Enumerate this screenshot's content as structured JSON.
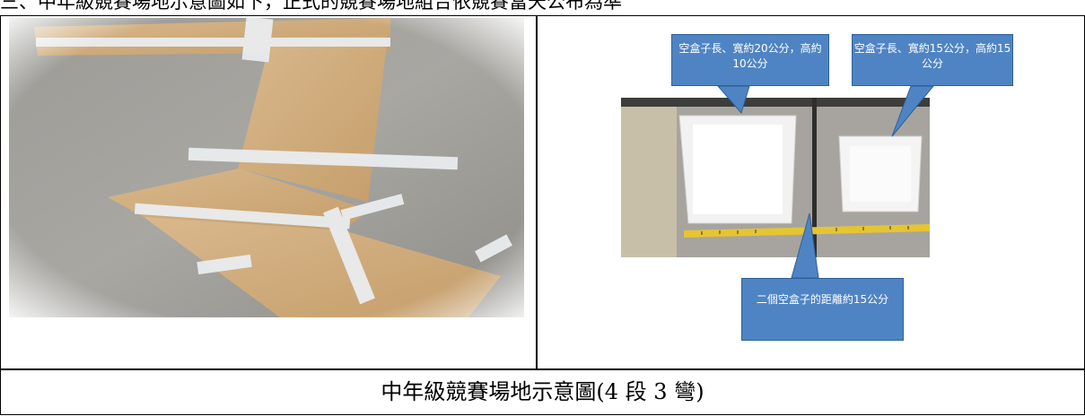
{
  "header_text": "三、中年級競賽場地示意圖如下，正式的競賽場地組合依競賽當天公布為準",
  "callouts": {
    "large_box": "空盒子長、寬約20公分，高約10公分",
    "small_box": "空盒子長、寬約15公分，高約15公分",
    "distance": "二個空盒子的距離約15公分"
  },
  "caption": "中年級競賽場地示意圖(4 段 3 彎)"
}
